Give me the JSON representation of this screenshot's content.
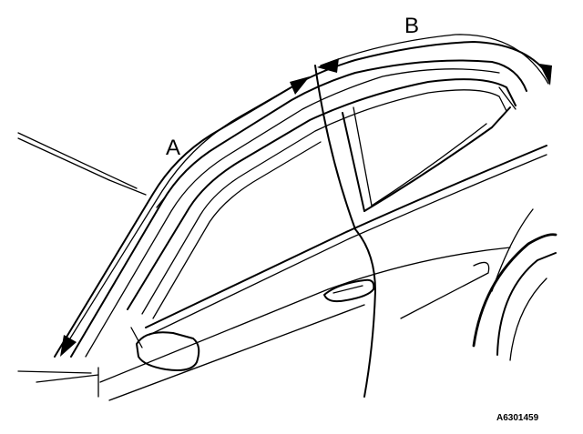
{
  "labels": {
    "a": "A",
    "b": "B"
  },
  "ref_code": "A6301459"
}
